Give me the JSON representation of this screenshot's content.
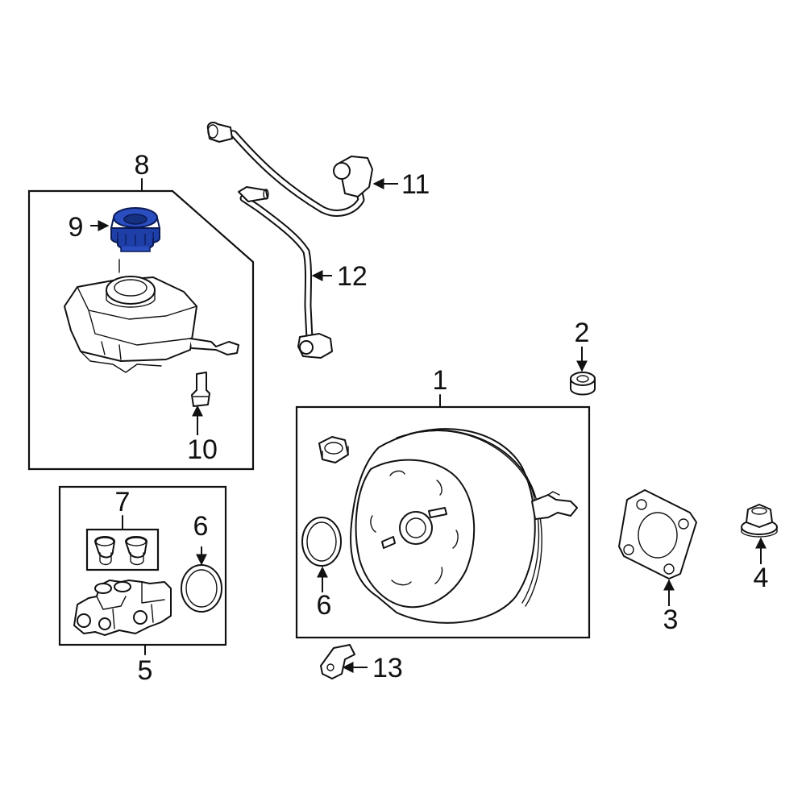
{
  "diagram": {
    "highlight_color": "#1f3fa8",
    "highlighted_part": "9",
    "callouts": {
      "c1": "1",
      "c2": "2",
      "c3": "3",
      "c4": "4",
      "c5": "5",
      "c6a": "6",
      "c6b": "6",
      "c7": "7",
      "c8": "8",
      "c9": "9",
      "c10": "10",
      "c11": "11",
      "c12": "12",
      "c13": "13"
    }
  }
}
